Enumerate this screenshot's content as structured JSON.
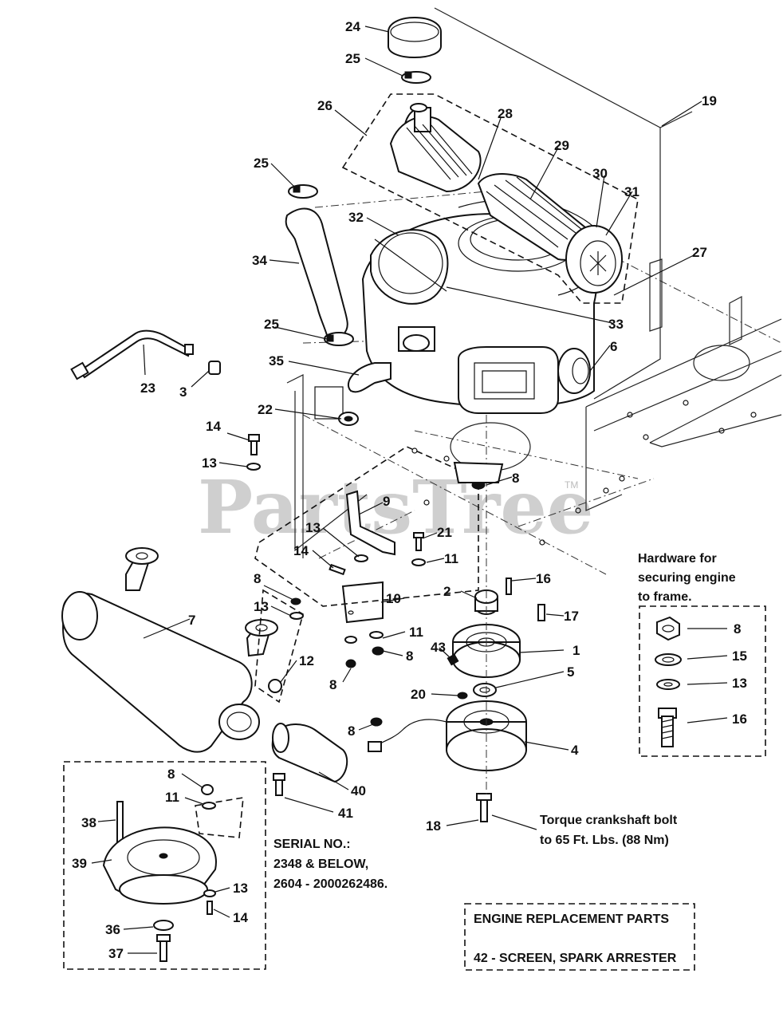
{
  "watermark": {
    "text": "PartsTree",
    "trademark": "TM"
  },
  "callouts": [
    {
      "id": "c24",
      "text": "24"
    },
    {
      "id": "c25a",
      "text": "25"
    },
    {
      "id": "c26",
      "text": "26"
    },
    {
      "id": "c28",
      "text": "28"
    },
    {
      "id": "c19",
      "text": "19"
    },
    {
      "id": "c29",
      "text": "29"
    },
    {
      "id": "c25b",
      "text": "25"
    },
    {
      "id": "c30",
      "text": "30"
    },
    {
      "id": "c31",
      "text": "31"
    },
    {
      "id": "c32",
      "text": "32"
    },
    {
      "id": "c27",
      "text": "27"
    },
    {
      "id": "c34",
      "text": "34"
    },
    {
      "id": "c25c",
      "text": "25"
    },
    {
      "id": "c33",
      "text": "33"
    },
    {
      "id": "c35",
      "text": "35"
    },
    {
      "id": "c6",
      "text": "6"
    },
    {
      "id": "c23",
      "text": "23"
    },
    {
      "id": "c3",
      "text": "3"
    },
    {
      "id": "c22",
      "text": "22"
    },
    {
      "id": "c14a",
      "text": "14"
    },
    {
      "id": "c13a",
      "text": "13"
    },
    {
      "id": "c8a",
      "text": "8"
    },
    {
      "id": "c9",
      "text": "9"
    },
    {
      "id": "c13b",
      "text": "13"
    },
    {
      "id": "c21",
      "text": "21"
    },
    {
      "id": "c14b",
      "text": "14"
    },
    {
      "id": "c11a",
      "text": "11"
    },
    {
      "id": "c16",
      "text": "16"
    },
    {
      "id": "c8b",
      "text": "8"
    },
    {
      "id": "c2",
      "text": "2"
    },
    {
      "id": "c10",
      "text": "10"
    },
    {
      "id": "c13c",
      "text": "13"
    },
    {
      "id": "c7",
      "text": "7"
    },
    {
      "id": "c17",
      "text": "17"
    },
    {
      "id": "c11b",
      "text": "11"
    },
    {
      "id": "c1",
      "text": "1"
    },
    {
      "id": "c43",
      "text": "43"
    },
    {
      "id": "c8c",
      "text": "8"
    },
    {
      "id": "c12",
      "text": "12"
    },
    {
      "id": "c5",
      "text": "5"
    },
    {
      "id": "c8d",
      "text": "8"
    },
    {
      "id": "c20",
      "text": "20"
    },
    {
      "id": "c8e",
      "text": "8"
    },
    {
      "id": "c4",
      "text": "4"
    },
    {
      "id": "c40",
      "text": "40"
    },
    {
      "id": "c8f",
      "text": "8"
    },
    {
      "id": "c11c",
      "text": "11"
    },
    {
      "id": "c41",
      "text": "41"
    },
    {
      "id": "c38",
      "text": "38"
    },
    {
      "id": "c18",
      "text": "18"
    },
    {
      "id": "c39",
      "text": "39"
    },
    {
      "id": "c13d",
      "text": "13"
    },
    {
      "id": "c14c",
      "text": "14"
    },
    {
      "id": "c36",
      "text": "36"
    },
    {
      "id": "c37",
      "text": "37"
    },
    {
      "id": "h8",
      "text": "8"
    },
    {
      "id": "h15",
      "text": "15"
    },
    {
      "id": "h13",
      "text": "13"
    },
    {
      "id": "h16",
      "text": "16"
    }
  ],
  "hardware_note": {
    "line1": "Hardware for",
    "line2": "securing engine",
    "line3": "to frame."
  },
  "torque_note": {
    "line1": "Torque crankshaft bolt",
    "line2": "to 65 Ft. Lbs. (88 Nm)"
  },
  "serial_note": {
    "line1": "SERIAL NO.:",
    "line2": "2348 & BELOW,",
    "line3": "2604 - 2000262486."
  },
  "replacement_box": {
    "title": "ENGINE REPLACEMENT PARTS",
    "item": "42 - SCREEN, SPARK ARRESTER"
  }
}
